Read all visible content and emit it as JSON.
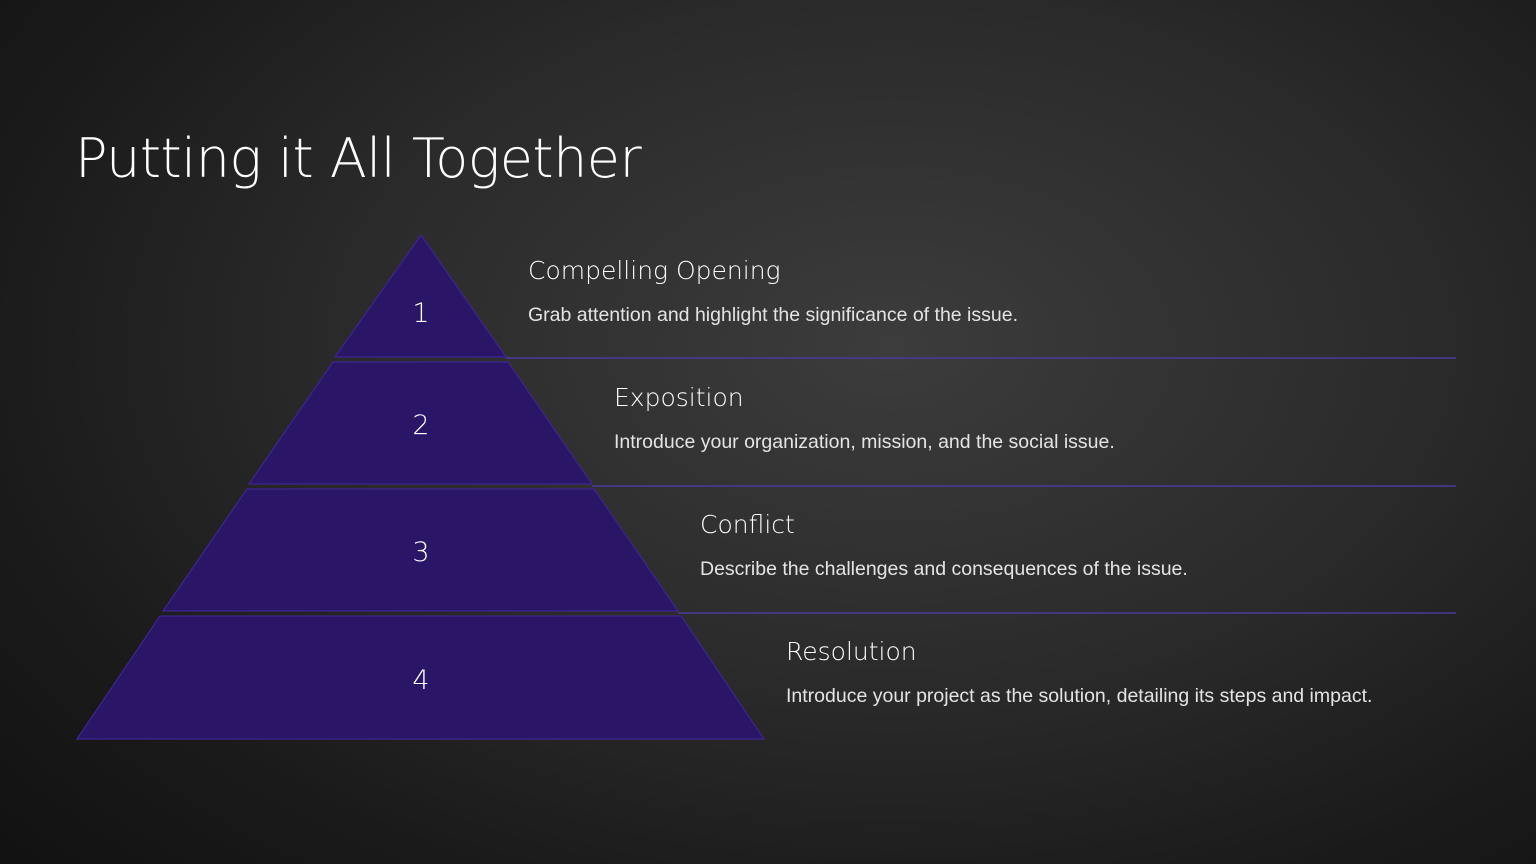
{
  "slide": {
    "title": "Putting it All Together"
  },
  "colors": {
    "background": "#2a2a2a",
    "pyramid_fill": "#2b1567",
    "pyramid_stroke": "#3d2690",
    "divider": "#4b3a9a",
    "text": "#ffffff"
  },
  "steps": [
    {
      "number": "1",
      "heading": "Compelling Opening",
      "description": "Grab attention and highlight the significance of the issue."
    },
    {
      "number": "2",
      "heading": "Exposition",
      "description": "Introduce your organization, mission, and the social issue."
    },
    {
      "number": "3",
      "heading": "Conflict",
      "description": "Describe the challenges and consequences of the issue."
    },
    {
      "number": "4",
      "heading": "Resolution",
      "description": "Introduce your project as the solution, detailing its steps and impact."
    }
  ]
}
